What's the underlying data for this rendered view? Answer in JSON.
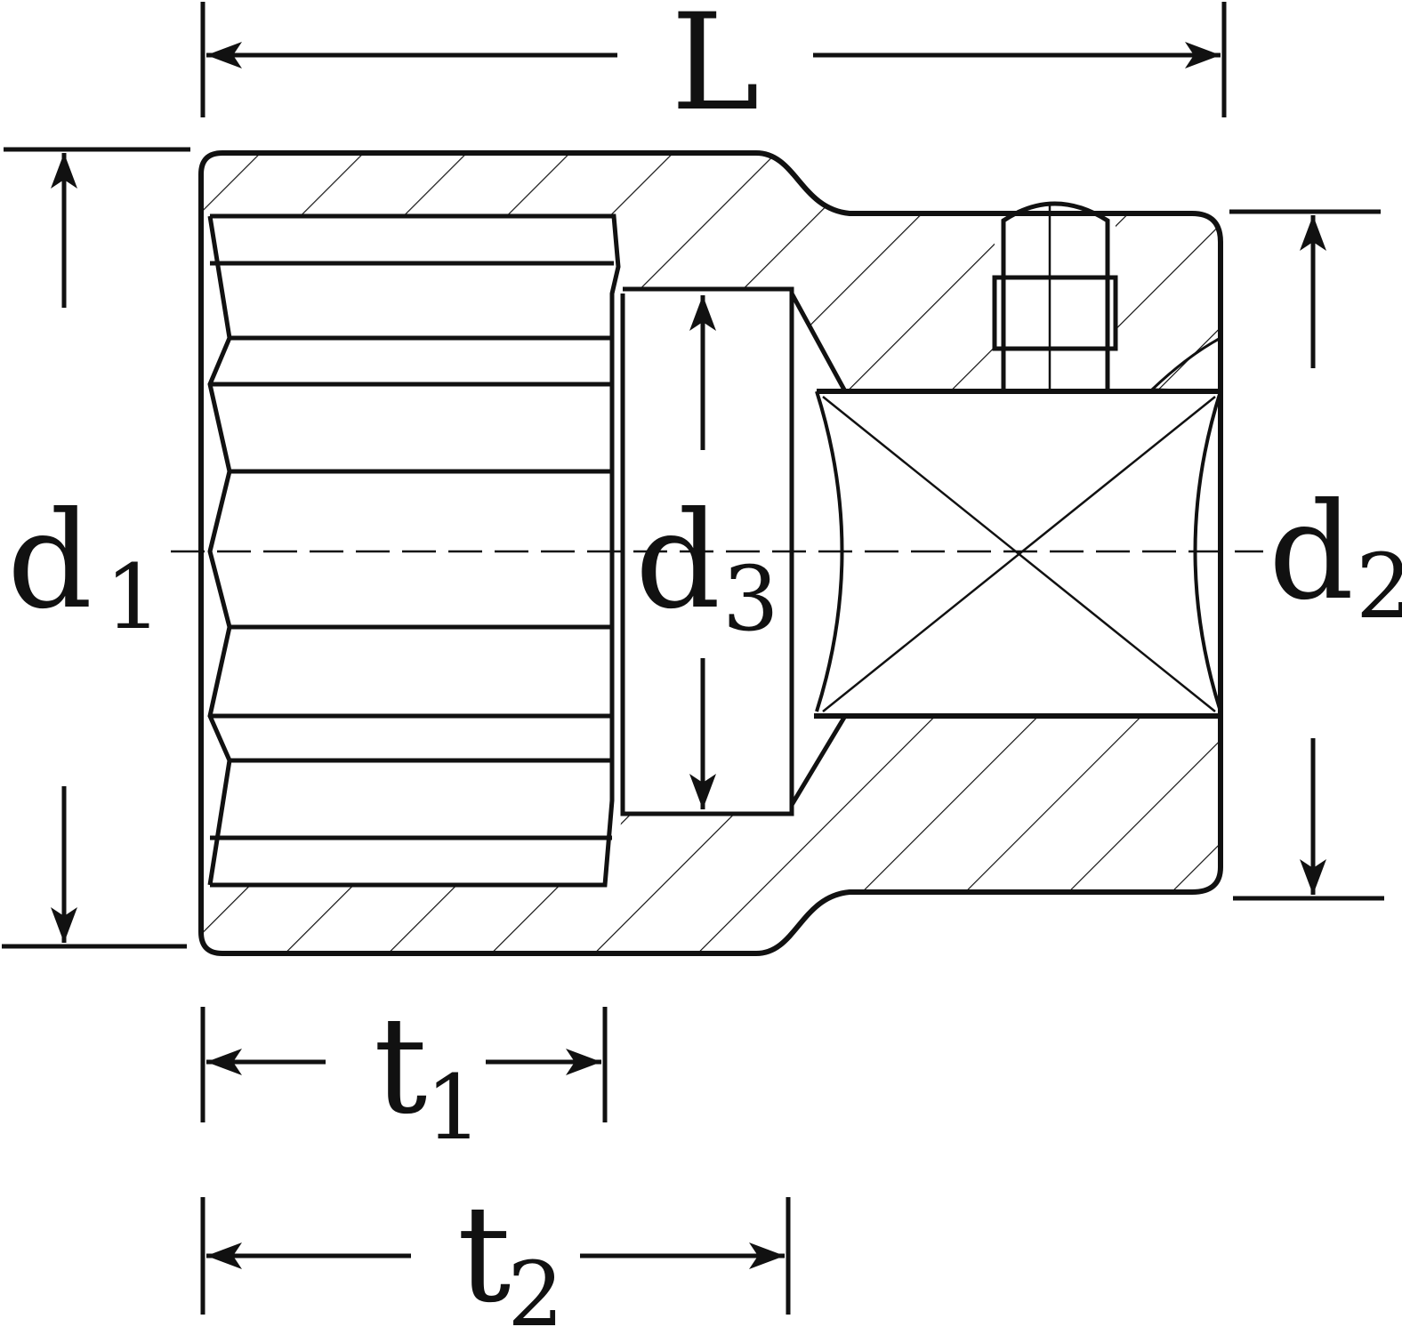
{
  "diagram": {
    "labels": {
      "L": "L",
      "d1_main": "d",
      "d1_sub": "1",
      "d2_main": "d",
      "d2_sub": "2",
      "d3_main": "d",
      "d3_sub": "3",
      "t1_main": "t",
      "t1_sub": "1",
      "t2_main": "t",
      "t2_sub": "2"
    },
    "colors": {
      "ink": "#111111",
      "background": "#ffffff"
    }
  }
}
